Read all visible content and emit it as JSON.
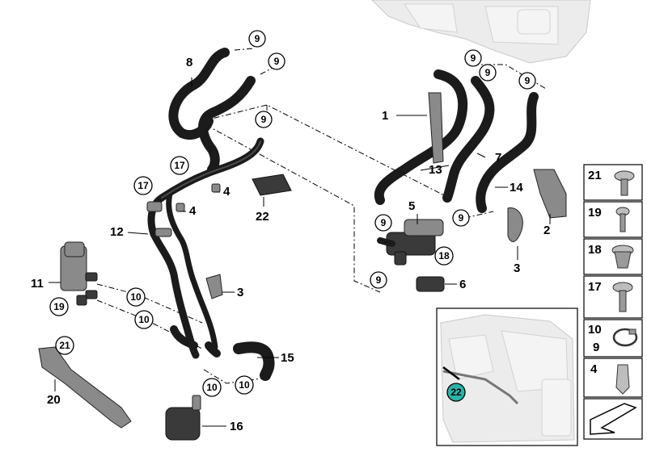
{
  "labels": {
    "l1": "1",
    "l2": "2",
    "l3a": "3",
    "l3b": "3",
    "l4a": "4",
    "l4b": "4",
    "l5": "5",
    "l6": "6",
    "l7": "7",
    "l8": "8",
    "l11": "11",
    "l12": "12",
    "l13": "13",
    "l14": "14",
    "l15": "15",
    "l16": "16",
    "l20": "20",
    "l22": "22"
  },
  "callouts": {
    "c9a": "9",
    "c9b": "9",
    "c9c": "9",
    "c9d": "9",
    "c9e": "9",
    "c9f": "9",
    "c9g": "9",
    "c9h": "9",
    "c9i": "9",
    "c10a": "10",
    "c10b": "10",
    "c10c": "10",
    "c10d": "10",
    "c17a": "17",
    "c17b": "17",
    "c18": "18",
    "c19": "19",
    "c21": "21",
    "c22": "22"
  },
  "legend": [
    {
      "label": "21"
    },
    {
      "label": "19"
    },
    {
      "label": "18"
    },
    {
      "label": "17"
    },
    {
      "label": "10",
      "label2": "9"
    },
    {
      "label": "4"
    }
  ],
  "colors": {
    "inset_highlight": "#2bb3a8"
  },
  "icons": {
    "corner": "arrow-icon"
  }
}
